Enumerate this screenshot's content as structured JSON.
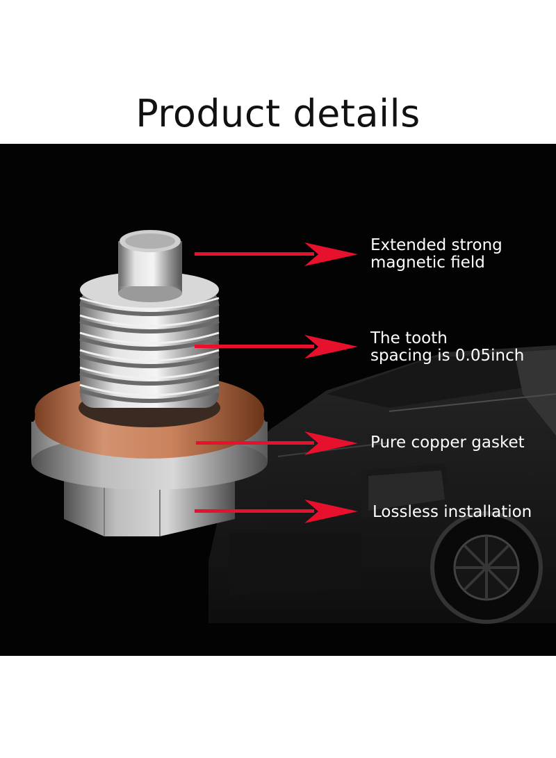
{
  "page": {
    "title": "Product details"
  },
  "callouts": [
    {
      "line1": "Extended strong",
      "line2": "magnetic field"
    },
    {
      "line1": "The tooth",
      "line2": "spacing is 0.05inch"
    },
    {
      "line1": "Pure copper gasket"
    },
    {
      "line1": "Lossless installation"
    }
  ],
  "colors": {
    "background": "#ffffff",
    "panel": "#030303",
    "arrow": "#e8112d",
    "copper": "#b8714a",
    "steel": "#c9c9c9"
  },
  "icons": [
    "drain-plug-image",
    "car-silhouette-image",
    "arrow-right-icon"
  ]
}
